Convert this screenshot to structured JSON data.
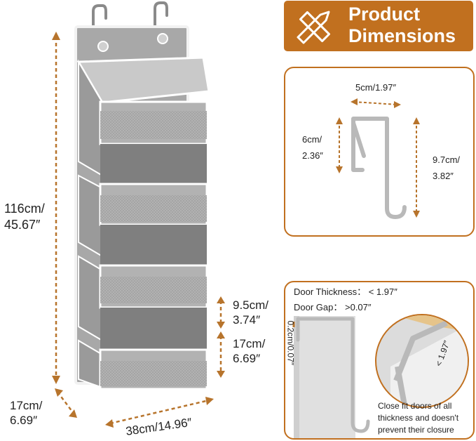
{
  "badge": {
    "line1": "Product",
    "line2": "Dimensions",
    "icon": "pencil-ruler-icon"
  },
  "main_dims": {
    "height": {
      "l1": "116cm/",
      "l2": "45.67″"
    },
    "depth": {
      "l1": "17cm/",
      "l2": "6.69″"
    },
    "width": {
      "l1": "38cm/14.96″"
    },
    "pocket_gap": {
      "l1": "9.5cm/",
      "l2": "3.74″"
    },
    "pocket_height": {
      "l1": "17cm/",
      "l2": "6.69″"
    }
  },
  "hook_panel": {
    "width": "5cm/1.97″",
    "inner": {
      "l1": "6cm/",
      "l2": "2.36″"
    },
    "outer": {
      "l1": "9.7cm/",
      "l2": "3.82″"
    }
  },
  "door_panel": {
    "thickness_label": "Door Thickness：",
    "thickness_value": "< 1.97″",
    "gap_label": "Door Gap：",
    "gap_value": ">0.07″",
    "hook_thickness": "0.2cm/0.07″",
    "zoom_label": "< 1.97″",
    "caption": [
      "Close fit doors of all",
      "thickness and doesn't",
      "prevent their closure"
    ]
  },
  "colors": {
    "accent": "#c1701f",
    "fabric": "#a9a9a9",
    "fabric_dark": "#8f8f8f",
    "trim": "#ffffff",
    "hook": "#c8c8c8"
  }
}
